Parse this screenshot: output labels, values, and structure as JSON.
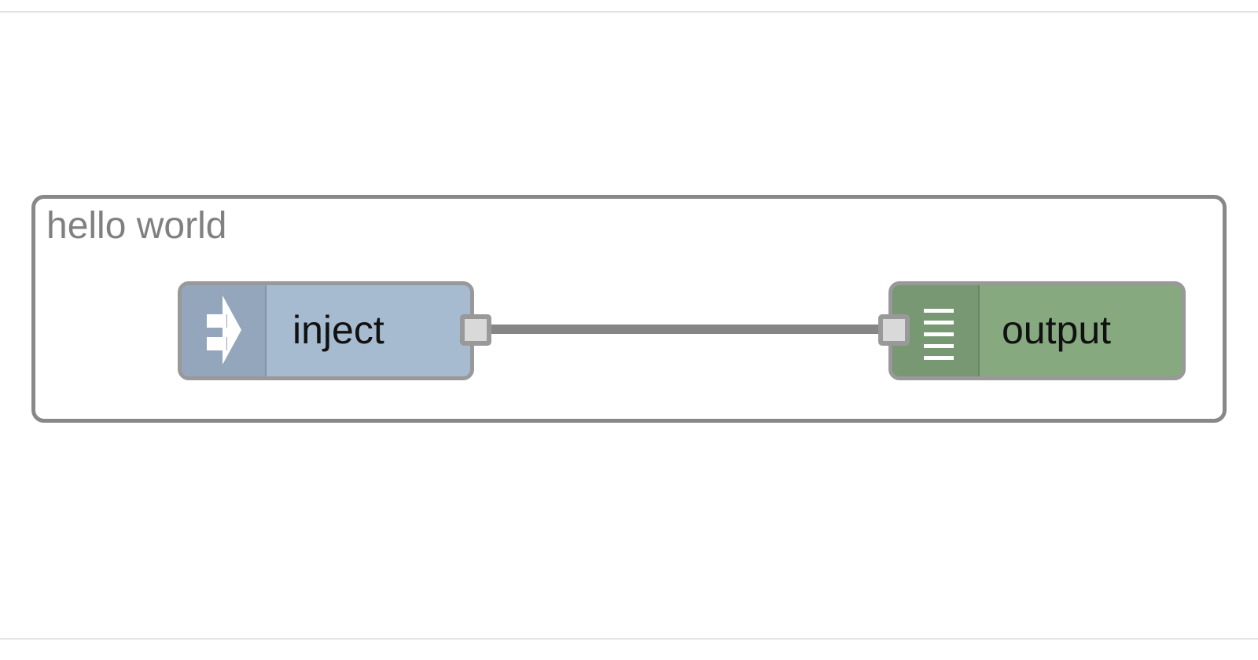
{
  "flow": {
    "group": {
      "label": "hello world",
      "border_color": "#888888"
    },
    "nodes": [
      {
        "label": "inject",
        "icon": "inject-arrow-icon",
        "color": "#a6bbcf",
        "icon_bg_color": "#94a6bb"
      },
      {
        "label": "output",
        "icon": "debug-list-icon",
        "color": "#87a980",
        "icon_bg_color": "#779872"
      }
    ],
    "wire": {
      "color": "#868686"
    }
  }
}
